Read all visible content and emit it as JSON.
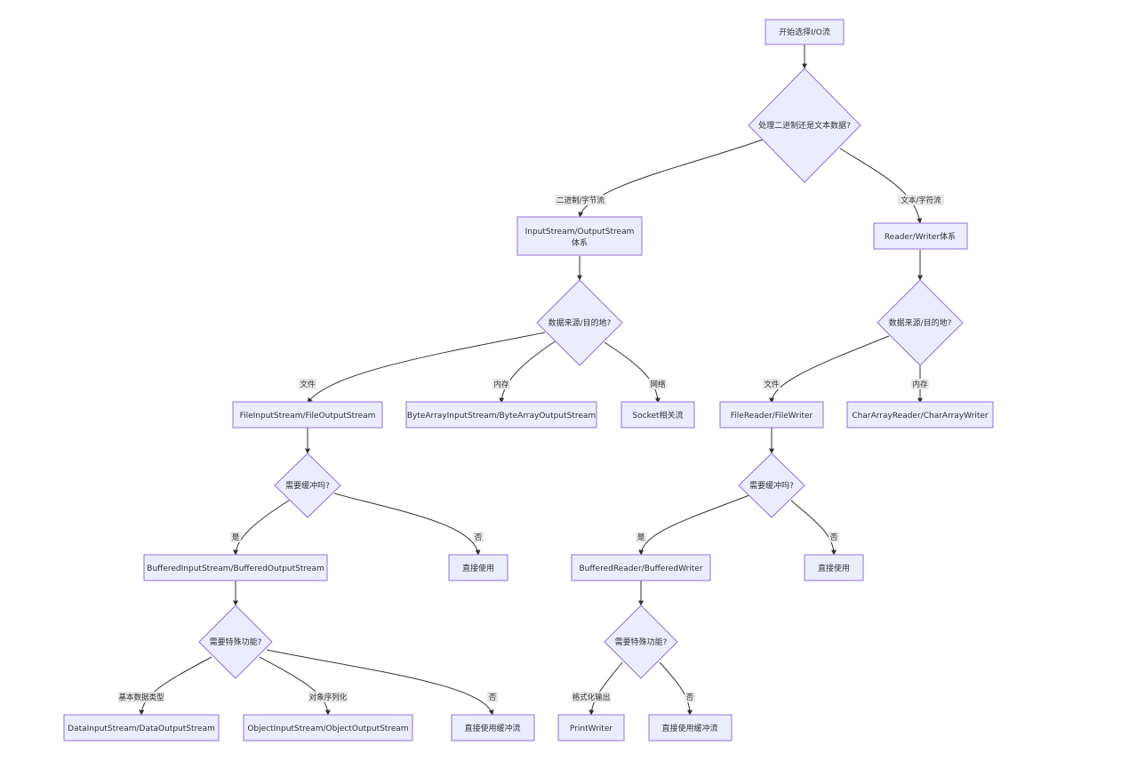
{
  "nodes": {
    "start": "开始选择I/O流",
    "q_type": "处理二进制还是文本数据?",
    "stream_sys_l1": "InputStream/OutputStream",
    "stream_sys_l2": "体系",
    "reader_sys": "Reader/Writer体系",
    "q_src_bin": "数据来源/目的地?",
    "q_src_text": "数据来源/目的地?",
    "file_stream": "FileInputStream/FileOutputStream",
    "byte_array_stream": "ByteArrayInputStream/ByteArrayOutputStream",
    "socket": "Socket相关流",
    "file_rw": "FileReader/FileWriter",
    "char_array_rw": "CharArrayReader/CharArrayWriter",
    "q_buf_bin": "需要缓冲吗?",
    "q_buf_text": "需要缓冲吗?",
    "buffered_stream": "BufferedInputStream/BufferedOutputStream",
    "direct_use_bin": "直接使用",
    "buffered_rw": "BufferedReader/BufferedWriter",
    "direct_use_text": "直接使用",
    "q_special_bin": "需要特殊功能?",
    "q_special_text": "需要特殊功能?",
    "data_stream": "DataInputStream/DataOutputStream",
    "object_stream": "ObjectInputStream/ObjectOutputStream",
    "direct_buf_bin": "直接使用缓冲流",
    "print_writer": "PrintWriter",
    "direct_buf_text": "直接使用缓冲流"
  },
  "edges": {
    "binary": "二进制/字节流",
    "text": "文本/字符流",
    "file_bin": "文件",
    "memory_bin": "内存",
    "network": "网络",
    "file_text": "文件",
    "memory_text": "内存",
    "yes_bin": "是",
    "no_bin": "否",
    "yes_text": "是",
    "no_text": "否",
    "primitive": "基本数据类型",
    "serialize": "对象序列化",
    "no_special_bin": "否",
    "format_output": "格式化输出",
    "no_special_text": "否"
  },
  "colors": {
    "node_fill": "#ECECFF",
    "node_stroke": "#9370DB",
    "edge": "#333333",
    "label_bg": "#e8e8e8"
  }
}
